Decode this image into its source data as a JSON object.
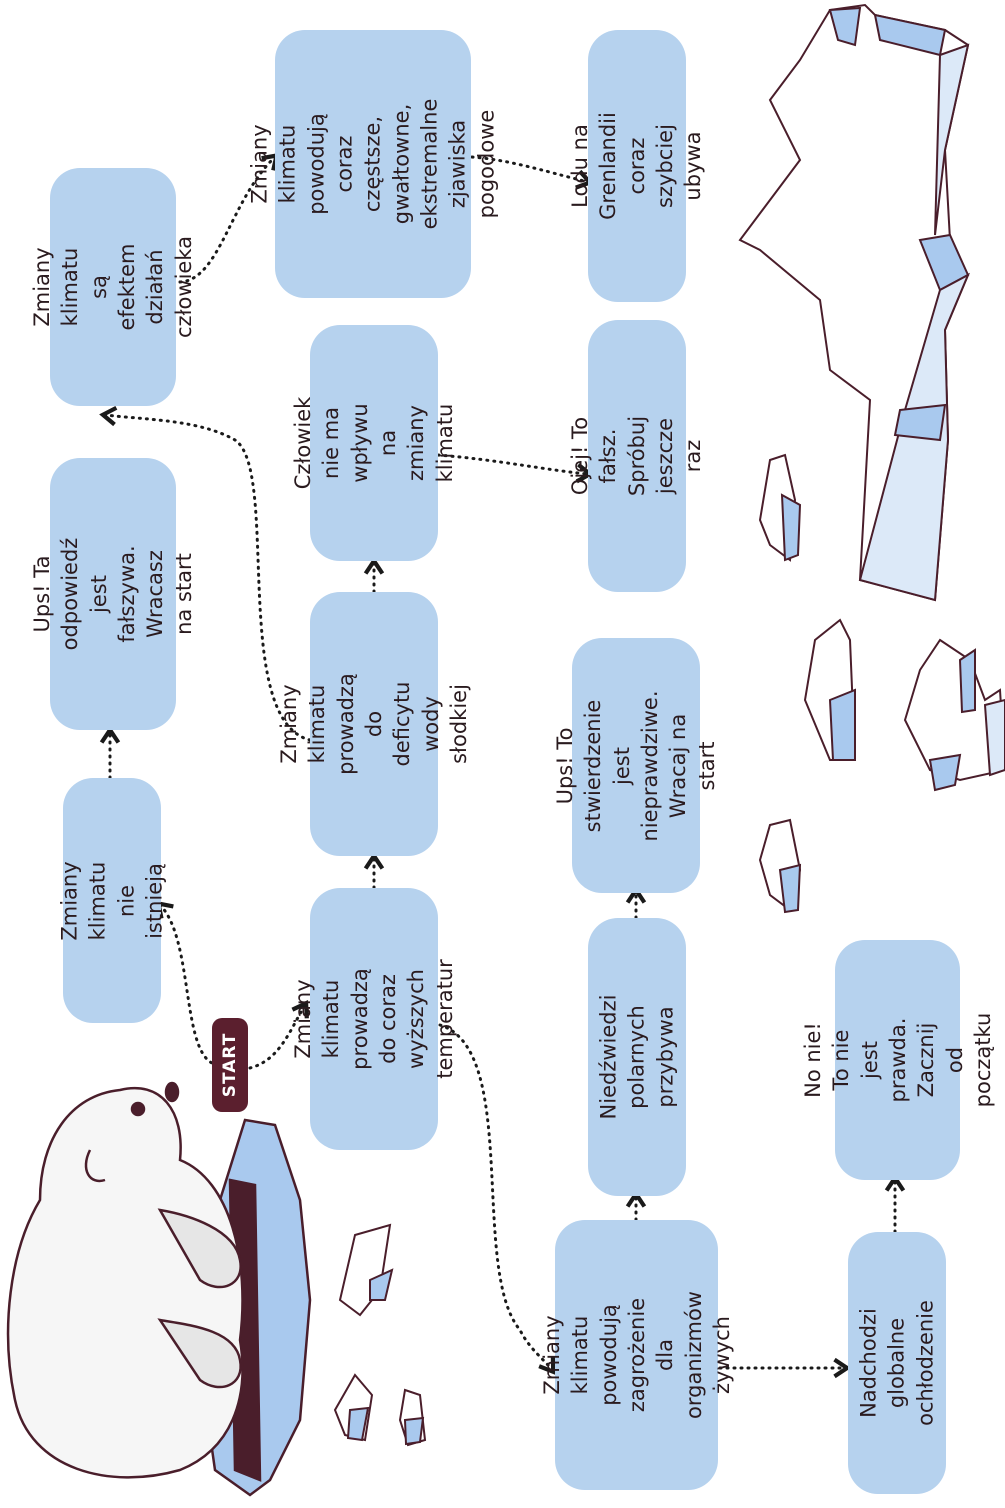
{
  "start_label": "START",
  "nodes": {
    "n1": "Zmiany klimatu\nnie istnieją",
    "n2": "Ups! Ta odpowiedź\njest fałszywa.\nWracasz na start",
    "n3": "Zmiany klimatu są\nefektem działań\nczłowieka",
    "n4": "Zmiany klimatu\nprowadzą do coraz\nwyższych temperatur",
    "n5": "Zmiany klimatu\nprowadzą do deficytu\nwody słodkiej",
    "n6": "Człowiek nie ma\nwpływu na zmiany\nklimatu",
    "n7": "Zmiany klimatu\npowodują coraz\nczęstsze, gwałtowne,\nekstremalne zjawiska\npogodowe",
    "n8": "Lodu na Grenlandii\ncoraz szybciej ubywa",
    "n9": "Ojej! To fałsz. Spróbuj\njeszcze raz",
    "n10": "Ups! To stwierdzenie\njest nieprawdziwe.\nWracaj na start",
    "n11": "Niedźwiedzi polarnych\nprzybywa",
    "n12": "Zmiany klimatu\npowodują zagrożenie\ndla organizmów\nżywych",
    "n13": "Nadchodzi globalne\nochłodzenie",
    "n14": "No nie! To nie jest\nprawda. Zacznij od\npoczątku"
  },
  "colors": {
    "box": "#b6d2ee",
    "text": "#2a1b1f",
    "accent": "#5b1f2e",
    "ice": "#dce9f8",
    "ice_dark": "#a9c9ee"
  }
}
